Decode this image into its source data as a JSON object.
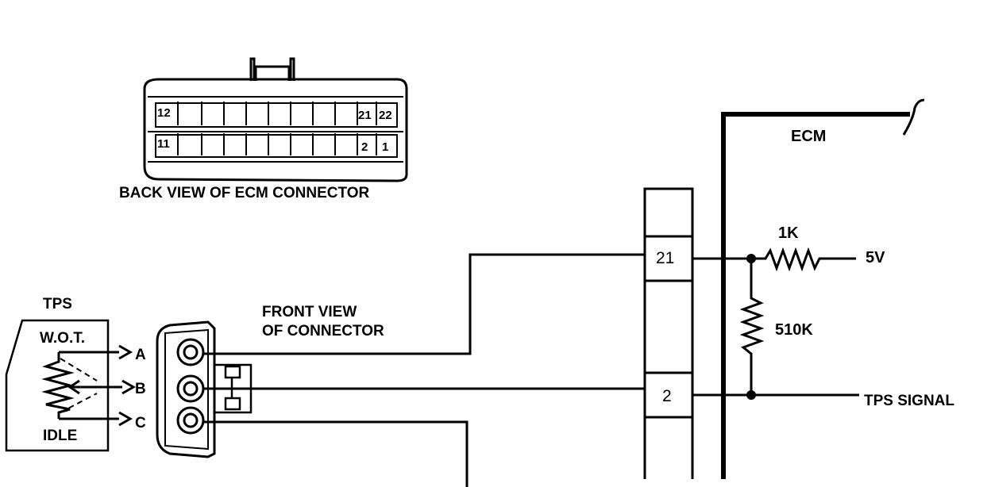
{
  "labels": {
    "back_view": "BACK VIEW OF ECM CONNECTOR",
    "front_view_line1": "FRONT VIEW",
    "front_view_line2": "OF CONNECTOR",
    "tps": "TPS",
    "wot": "W.O.T.",
    "idle": "IDLE",
    "ecm": "ECM",
    "tps_signal": "TPS SIGNAL",
    "voltage": "5V",
    "r1": "1K",
    "r2": "510K"
  },
  "terminals": {
    "a": "A",
    "b": "B",
    "c": "C"
  },
  "back_connector": {
    "top_left": "12",
    "bottom_left": "11",
    "top_right_1": "21",
    "top_right_2": "22",
    "bottom_right_1": "2",
    "bottom_right_2": "1"
  },
  "ecm_pins": {
    "p21": "21",
    "p2": "2"
  }
}
